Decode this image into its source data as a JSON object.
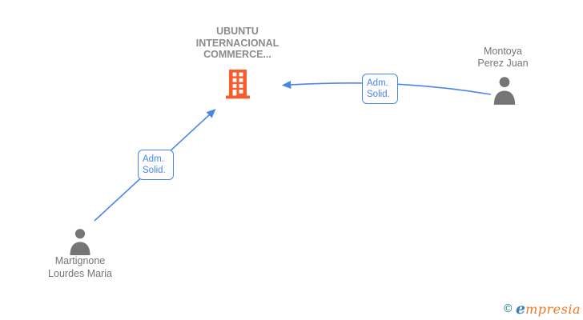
{
  "diagram": {
    "company": {
      "name": "UBUNTU INTERNACIONAL COMMERCE..."
    },
    "people": [
      {
        "name": "Montoya Perez Juan"
      },
      {
        "name": "Martignone Lourdes Maria"
      }
    ],
    "edges": [
      {
        "from": "Montoya Perez Juan",
        "to": "UBUNTU INTERNACIONAL COMMERCE...",
        "label": "Adm. Solid."
      },
      {
        "from": "Martignone Lourdes Maria",
        "to": "UBUNTU INTERNACIONAL COMMERCE...",
        "label": "Adm. Solid."
      }
    ],
    "colors": {
      "edge_blue": "#4a86e8",
      "building_orange": "#f95b2d",
      "person_gray": "#757575",
      "company_text_gray": "#8b8b8b"
    },
    "watermark": {
      "copyright": "©",
      "brand_first_letter": "e",
      "brand_rest": "mpresia"
    }
  }
}
